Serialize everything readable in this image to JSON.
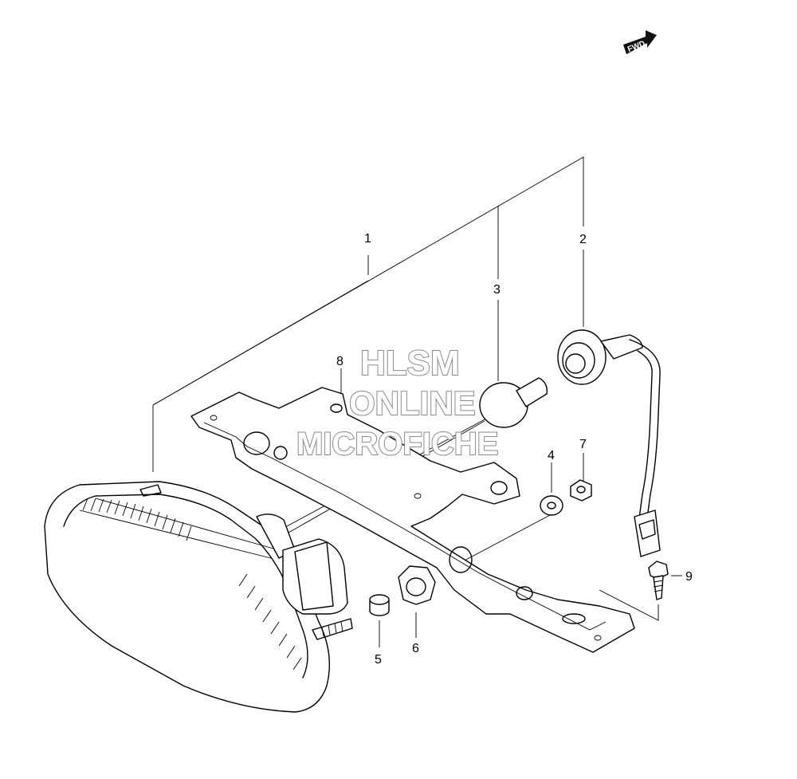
{
  "diagram": {
    "fwd_label": "FWD",
    "watermark": [
      "HLSM",
      "ONLINE",
      "MICROFICHE"
    ],
    "callouts": [
      {
        "id": "1",
        "label": "1"
      },
      {
        "id": "2",
        "label": "2"
      },
      {
        "id": "3",
        "label": "3"
      },
      {
        "id": "4",
        "label": "4"
      },
      {
        "id": "5",
        "label": "5"
      },
      {
        "id": "6",
        "label": "6"
      },
      {
        "id": "7",
        "label": "7"
      },
      {
        "id": "8",
        "label": "8"
      },
      {
        "id": "9",
        "label": "9"
      }
    ]
  }
}
